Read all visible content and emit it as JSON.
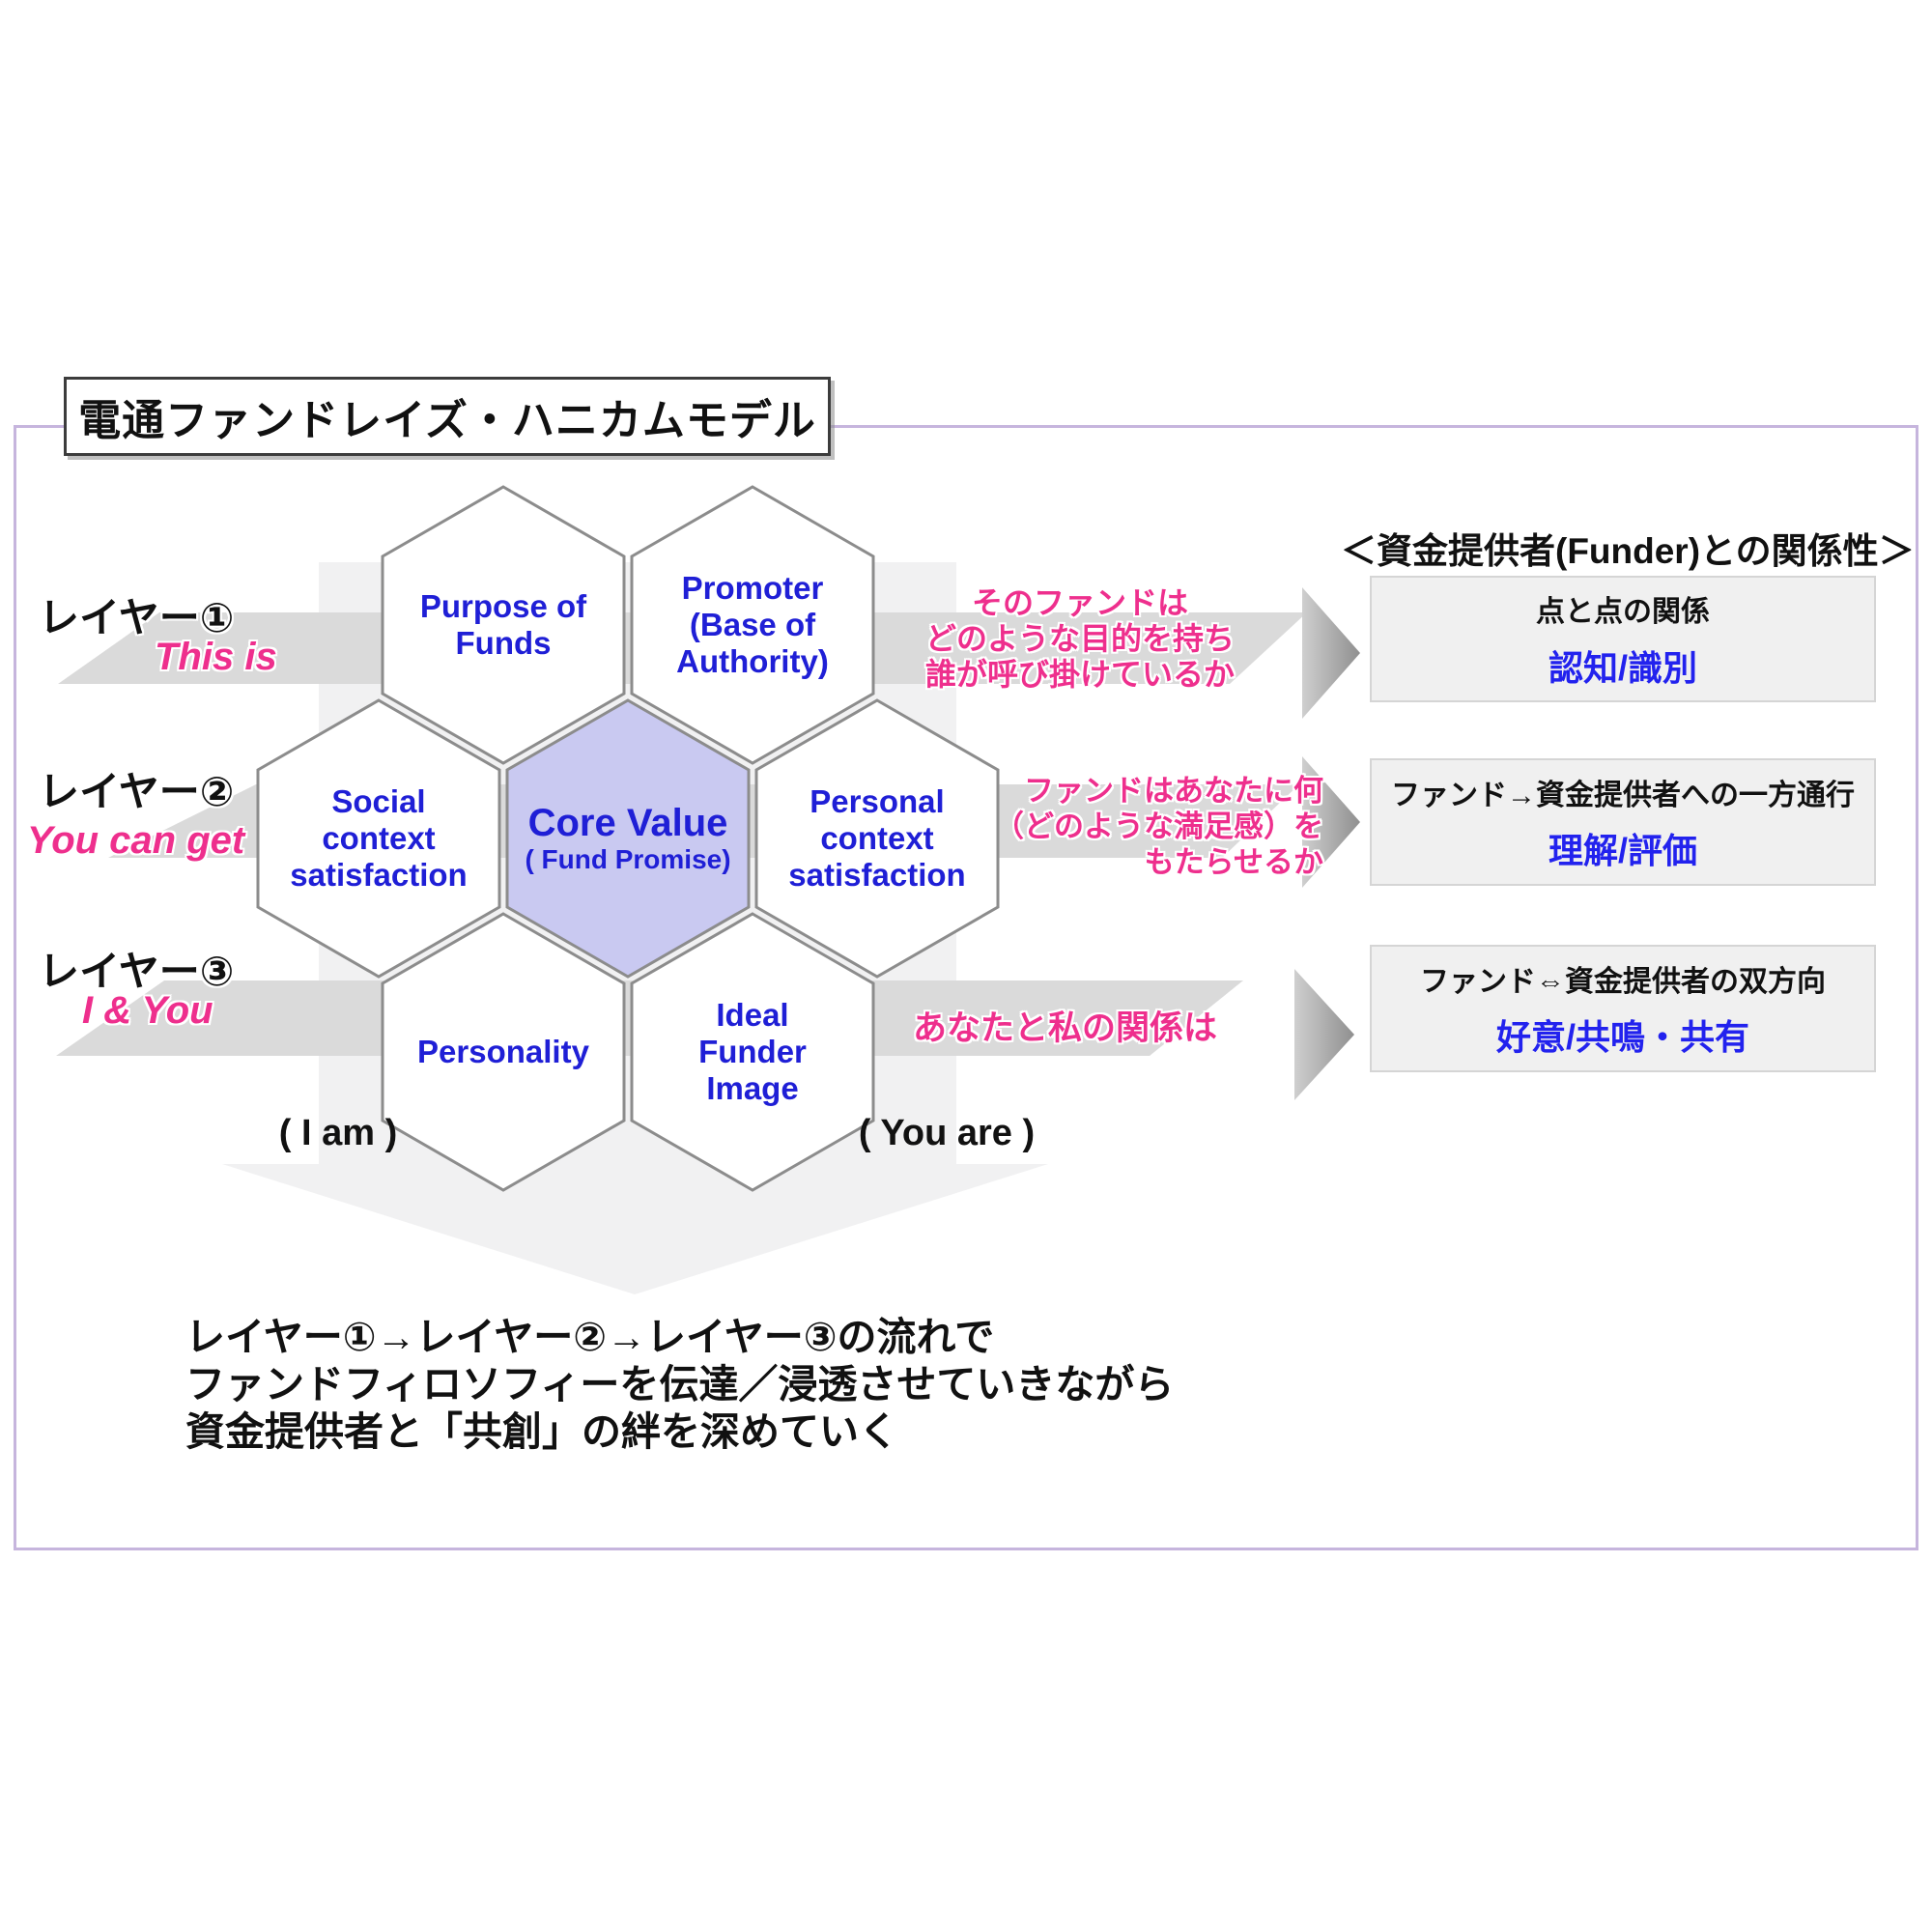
{
  "title": "電通ファンドレイズ・ハニカムモデル",
  "right_header": "＜資金提供者(Funder)との関係性＞",
  "layers": [
    {
      "label": "レイヤー①",
      "sublabel": "This is",
      "annotation": "そのファンドは\nどのような目的を持ち\n誰が呼び掛けているか",
      "box_title": "点と点の関係",
      "box_value": "認知/識別"
    },
    {
      "label": "レイヤー②",
      "sublabel": "You can get",
      "annotation": "ファンドはあなたに何\n（どのような満足感）を\nもたらせるか",
      "box_title": "ファンド→資金提供者への一方通行",
      "box_value": "理解/評価"
    },
    {
      "label": "レイヤー③",
      "sublabel": "I & You",
      "annotation": "あなたと私の関係は",
      "box_title": "ファンド⇔資金提供者の双方向",
      "box_value": "好意/共鳴・共有"
    }
  ],
  "hexagons": {
    "purpose": "Purpose of\nFunds",
    "promoter": "Promoter\n(Base of\nAuthority)",
    "social": "Social\ncontext\nsatisfaction",
    "core_title": "Core Value",
    "core_sub": "( Fund Promise)",
    "personal": "Personal\ncontext\nsatisfaction",
    "personality": "Personality",
    "ideal": "Ideal\nFunder\nImage"
  },
  "footnotes": {
    "i_am": "( I am )",
    "you_are": "( You are )"
  },
  "bottom_text": "レイヤー①→レイヤー②→レイヤー③の流れで\nファンドフィロソフィーを伝達／浸透させていきながら\n資金提供者と「共創」の絆を深めていく",
  "colors": {
    "accent_blue": "#1f1fd6",
    "box_blue": "#2222ee",
    "pink": "#ee2f8d",
    "core_fill": "#c9c9f1",
    "band_gray": "#dadada",
    "arrow_body": "#f1f1f2",
    "frame_purple": "#c6b5dd",
    "box_gray": "#f0f0f0",
    "hex_stroke": "#8c8c8c"
  }
}
